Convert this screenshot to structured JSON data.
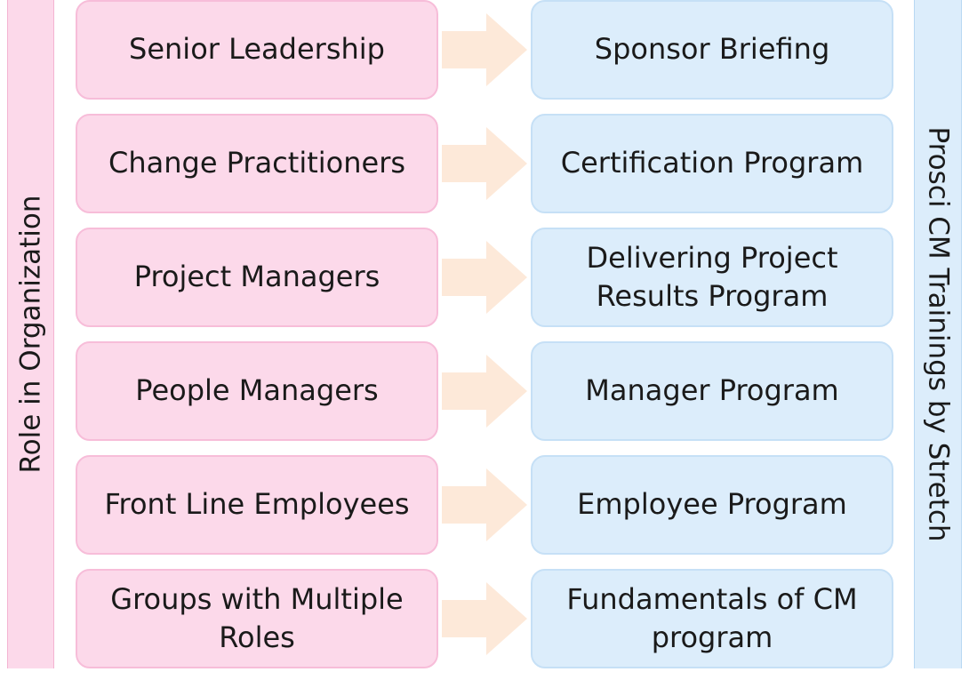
{
  "left_label": "Role in Organization",
  "right_label": "Prosci CM Trainings by Stretch",
  "rows": [
    {
      "role": "Senior Leadership",
      "training": "Sponsor Briefing"
    },
    {
      "role": "Change Practitioners",
      "training": "Certification Program"
    },
    {
      "role": "Project Managers",
      "training": "Delivering Project Results Program"
    },
    {
      "role": "People Managers",
      "training": "Manager Program"
    },
    {
      "role": "Front Line Employees",
      "training": "Employee Program"
    },
    {
      "role": "Groups with Multiple Roles",
      "training": "Fundamentals of CM program"
    }
  ],
  "colors": {
    "role_fill": "#fcd9ea",
    "training_fill": "#dcedfb",
    "arrow_fill": "#fde9d9"
  }
}
